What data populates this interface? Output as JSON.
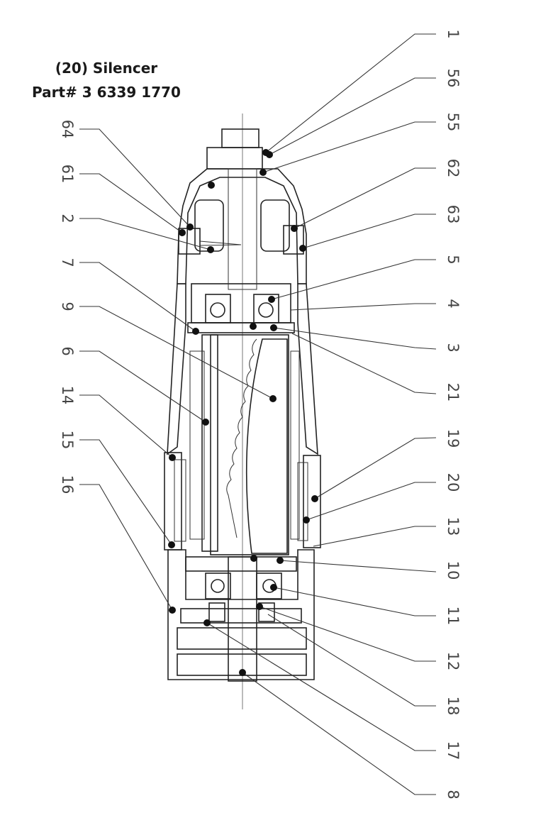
{
  "title": {
    "line1": "(20) Silencer",
    "line2": "Part# 3 6339 1770"
  },
  "callouts_right": [
    "1",
    "56",
    "55",
    "62",
    "63",
    "5",
    "4",
    "3",
    "21",
    "19",
    "20",
    "13",
    "10",
    "11",
    "12",
    "18",
    "17",
    "8"
  ],
  "callouts_left": [
    "64",
    "61",
    "2",
    "7",
    "9",
    "6",
    "14",
    "15",
    "16"
  ]
}
